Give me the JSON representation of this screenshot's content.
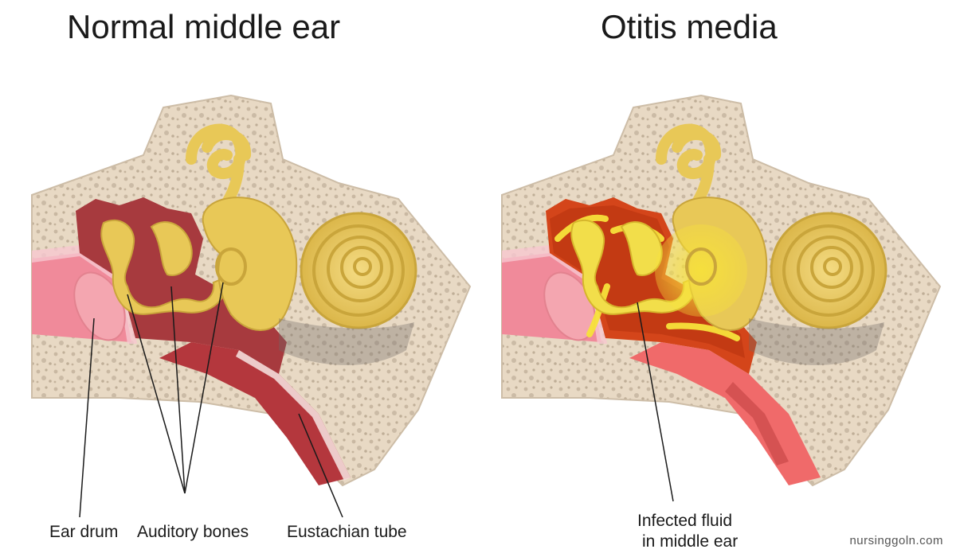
{
  "panels": {
    "normal": {
      "title": "Normal middle ear",
      "labels": {
        "ear_drum": "Ear drum",
        "auditory_bones": "Auditory bones",
        "eustachian_tube": "Eustachian tube"
      }
    },
    "otitis": {
      "title": "Otitis media",
      "labels": {
        "fluid_line1": "Infected fluid",
        "fluid_line2": "in middle ear"
      }
    }
  },
  "watermark": "nursinggoln.com",
  "colors": {
    "bone": "#e8d9c4",
    "bone_dots": "#c9b8a2",
    "cavity_normal": "#a73a3e",
    "cavity_infected": "#d4451a",
    "ossicles": "#e8c857",
    "canal_pink": "#f08a9a",
    "tube_red": "#b4373d",
    "tube_infected": "#f06a6a",
    "fluid_yellow": "#f7e23a"
  }
}
